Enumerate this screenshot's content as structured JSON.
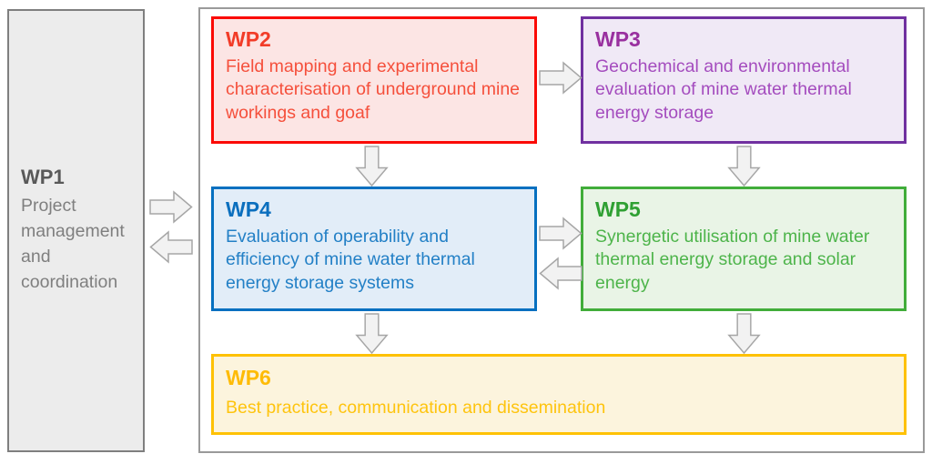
{
  "diagram": {
    "type": "flowchart",
    "arrow_fill": "#f2f2f2",
    "arrow_stroke": "#a6a6a6",
    "frame_border_color": "#9a9a9a",
    "boxes": [
      {
        "id": "wp1",
        "label": "WP1",
        "description": "Project management and coordination",
        "border_color": "#7f7f7f",
        "fill_color": "#ececec",
        "title_color": "#595959",
        "text_color": "#7f7f7f"
      },
      {
        "id": "wp2",
        "label": "WP2",
        "description": "Field mapping and experimental characterisation of underground mine workings and goaf",
        "border_color": "#fb0a05",
        "fill_color": "#fce5e4",
        "title_color": "#f23c28",
        "text_color": "#f5503c"
      },
      {
        "id": "wp3",
        "label": "WP3",
        "description": "Geochemical and environmental evaluation of mine water thermal energy storage",
        "border_color": "#7030a0",
        "fill_color": "#f0e9f6",
        "title_color": "#99309f",
        "text_color": "#a44cbe"
      },
      {
        "id": "wp4",
        "label": "WP4",
        "description": "Evaluation of operability and efficiency of mine water thermal energy storage systems",
        "border_color": "#0570c0",
        "fill_color": "#e2edf8",
        "title_color": "#0b6fbe",
        "text_color": "#2380c6"
      },
      {
        "id": "wp5",
        "label": "WP5",
        "description": "Synergetic utilisation of mine water thermal energy storage and solar energy",
        "border_color": "#41ad3a",
        "fill_color": "#e9f4e6",
        "title_color": "#2fa033",
        "text_color": "#4db44a"
      },
      {
        "id": "wp6",
        "label": "WP6",
        "description": "Best practice, communication and dissemination",
        "border_color": "#fec103",
        "fill_color": "#fcf4dd",
        "title_color": "#febb05",
        "text_color": "#fec40e"
      }
    ],
    "arrows": [
      {
        "name": "wp1-to-diagram",
        "direction": "right"
      },
      {
        "name": "diagram-to-wp1",
        "direction": "left"
      },
      {
        "name": "wp2-to-wp3",
        "direction": "right"
      },
      {
        "name": "wp2-to-wp4",
        "direction": "down"
      },
      {
        "name": "wp3-to-wp5",
        "direction": "down"
      },
      {
        "name": "wp4-to-wp5",
        "direction": "right"
      },
      {
        "name": "wp5-to-wp4",
        "direction": "left"
      },
      {
        "name": "wp4-to-wp6",
        "direction": "down"
      },
      {
        "name": "wp5-to-wp6",
        "direction": "down"
      }
    ]
  }
}
